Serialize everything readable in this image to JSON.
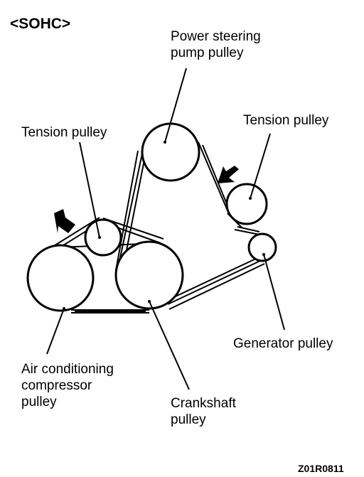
{
  "title": "<SOHC>",
  "labels": {
    "power_steering": [
      "Power steering",
      "pump pulley"
    ],
    "tension_left": [
      "Tension pulley"
    ],
    "tension_right": [
      "Tension pulley"
    ],
    "generator": [
      "Generator pulley"
    ],
    "ac_compressor": [
      "Air conditioning",
      "compressor",
      "pulley"
    ],
    "crankshaft": [
      "Crankshaft",
      "pulley"
    ]
  },
  "figure_code": "Z01R0811",
  "colors": {
    "ink": "#000000",
    "background": "#ffffff"
  },
  "icons": [
    "arrow-icon",
    "arrow-icon"
  ]
}
